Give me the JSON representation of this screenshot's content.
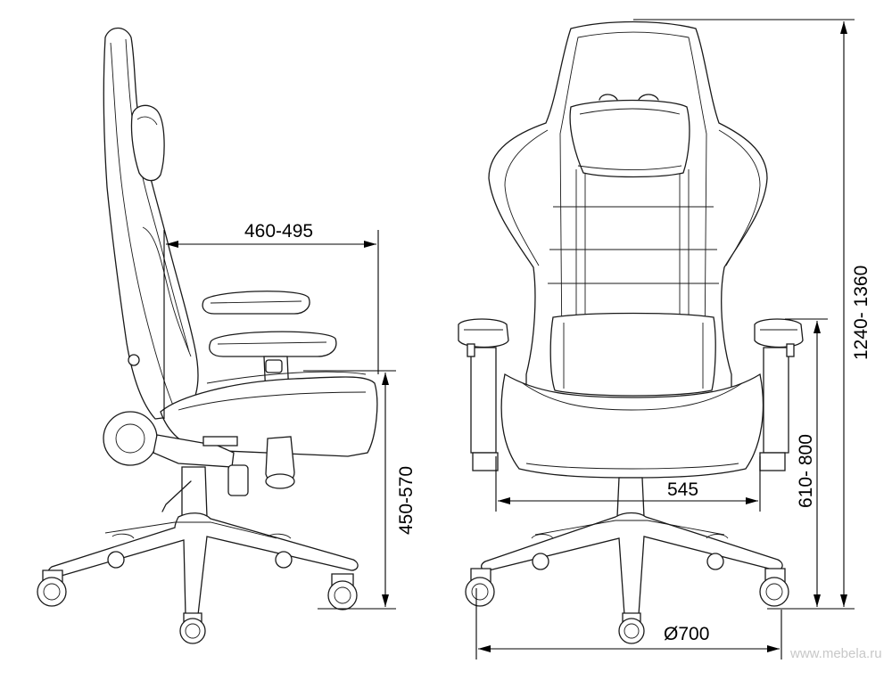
{
  "dimensions": {
    "seat_depth": "460-495",
    "seat_height": "450-570",
    "overall_height": "1240- 1360",
    "armrest_height": "610- 800",
    "seat_width": "545",
    "base_diameter": "Ø700"
  },
  "watermark": "www.mebela.ru"
}
